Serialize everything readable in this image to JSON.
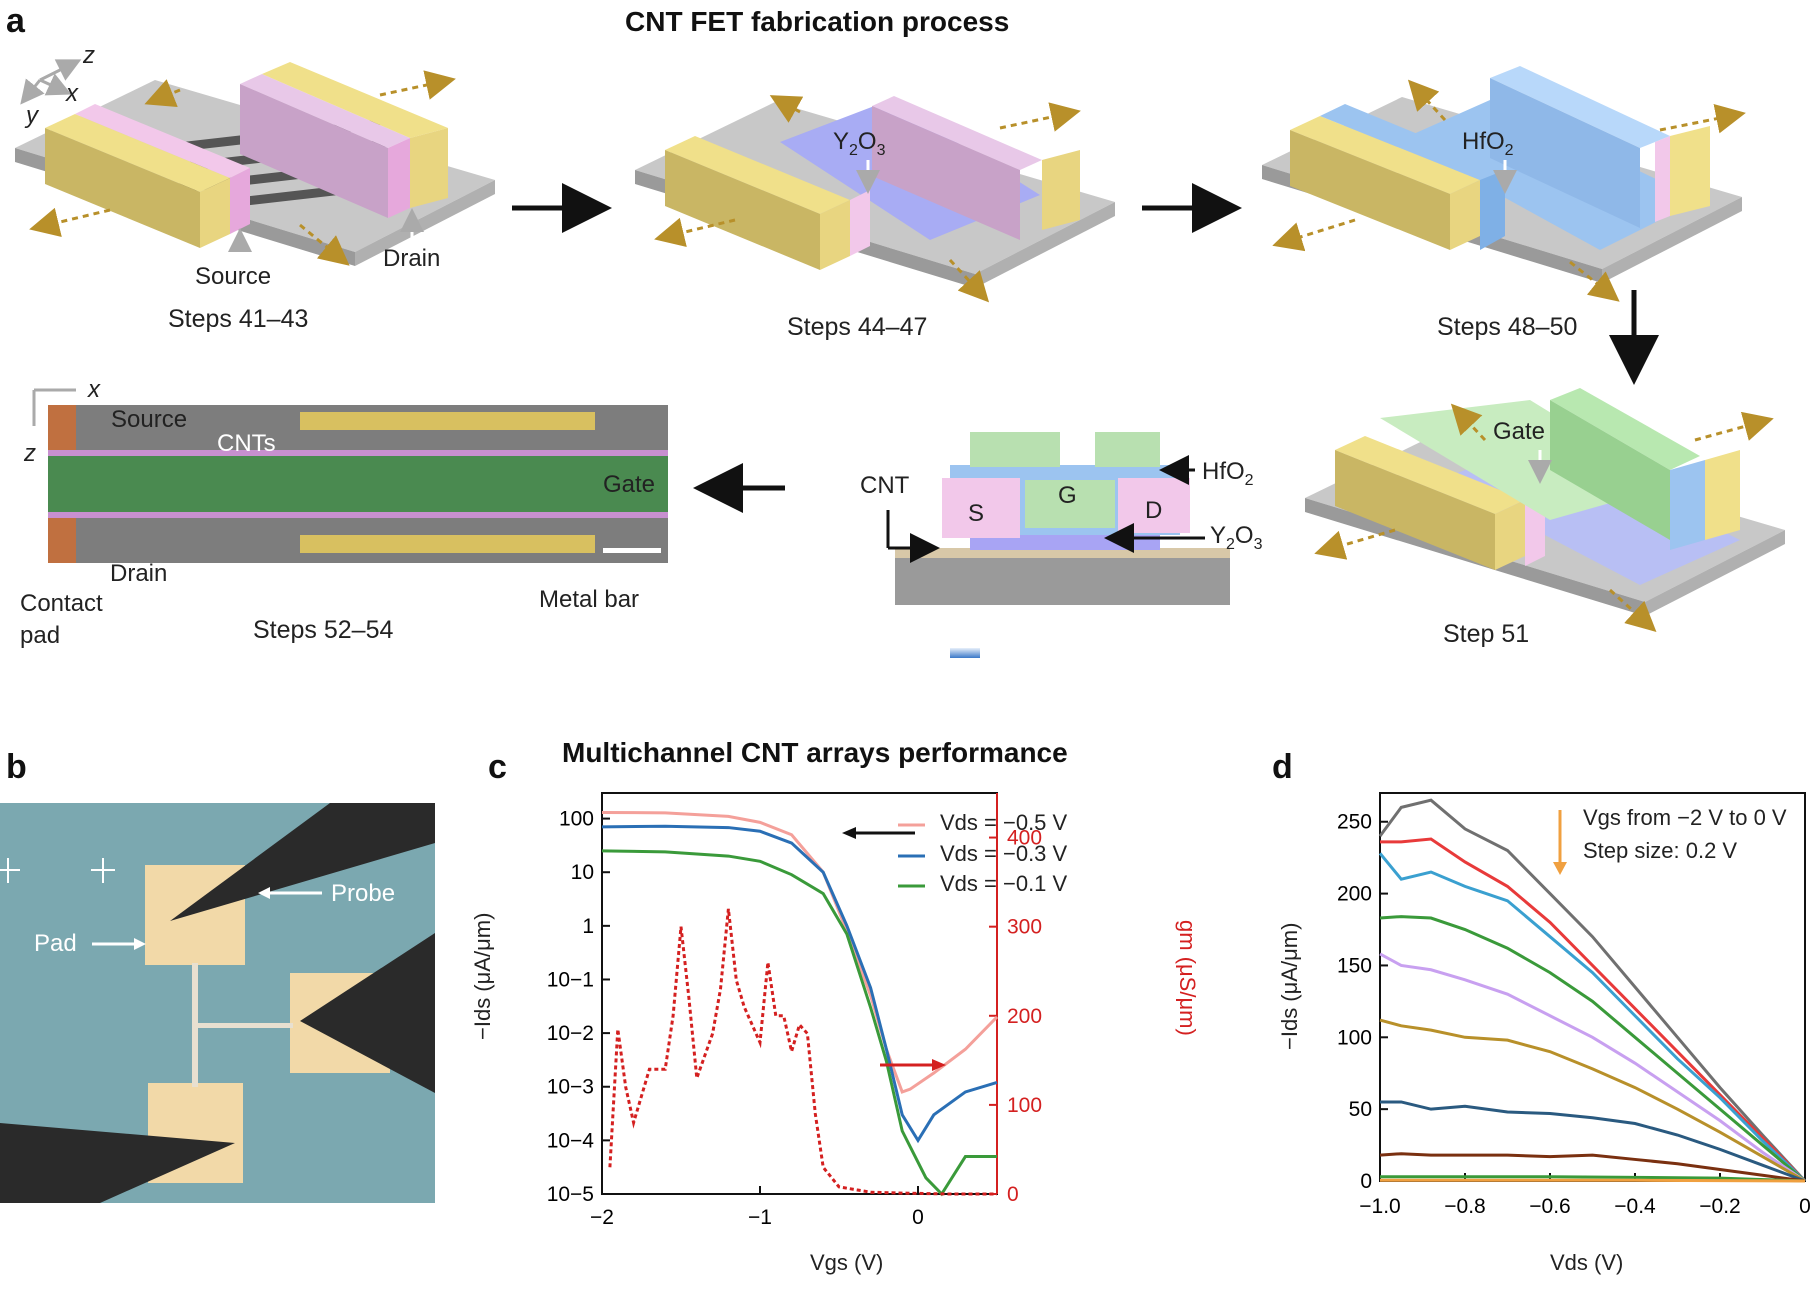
{
  "panel_a": {
    "letter": "a",
    "title": "CNT FET fabrication process",
    "axes_top": {
      "z": "z",
      "x": "x",
      "y": "y"
    },
    "axes_sem": {
      "x": "x",
      "z": "z"
    },
    "step1": {
      "steps": "Steps 41–43",
      "source": "Source",
      "drain": "Drain"
    },
    "step2": {
      "steps": "Steps 44–47",
      "label": "Y2O3"
    },
    "step3": {
      "steps": "Steps 48–50",
      "label": "HfO2"
    },
    "step4": {
      "steps": "Step 51",
      "label": "Gate"
    },
    "cross_section": {
      "cnt": "CNT",
      "s": "S",
      "g": "G",
      "d": "D",
      "hfo2": "HfO2",
      "y2o3": "Y2O3"
    },
    "sem": {
      "source": "Source",
      "cnts": "CNTs",
      "gate": "Gate",
      "drain": "Drain",
      "contact_pad_1": "Contact",
      "contact_pad_2": "pad",
      "metal_bar": "Metal bar",
      "steps": "Steps 52–54"
    }
  },
  "panel_b": {
    "letter": "b",
    "probe": "Probe",
    "pad": "Pad"
  },
  "panel_c": {
    "letter": "c",
    "title": "Multichannel CNT arrays performance",
    "xlabel": "Vgs (V)",
    "ylabel_left": "−Ids (μA/μm)",
    "ylabel_right": "gm (μS/μm)",
    "xticks": [
      "−2",
      "−1",
      "0"
    ],
    "yticks_left": [
      "100",
      "10",
      "1",
      "10−1",
      "10−2",
      "10−3",
      "10−4",
      "10−5"
    ],
    "yticks_right": [
      "400",
      "300",
      "200",
      "100",
      "0"
    ],
    "legend": [
      "Vds = −0.5 V",
      "Vds = −0.3 V",
      "Vds = −0.1 V"
    ],
    "colors": {
      "s05": "#f4a09a",
      "s03": "#2a6fb5",
      "s01": "#3a9a3a",
      "gm": "#d42020"
    }
  },
  "panel_d": {
    "letter": "d",
    "xlabel": "Vds (V)",
    "ylabel": "−Ids (μA/μm)",
    "xticks": [
      "−1.0",
      "−0.8",
      "−0.6",
      "−0.4",
      "−0.2",
      "0"
    ],
    "yticks": [
      "250",
      "200",
      "150",
      "100",
      "50",
      "0"
    ],
    "annot_line1": "Vgs from −2 V to 0 V",
    "annot_line2": "Step size:  0.2 V"
  },
  "chart_data": [
    {
      "type": "line",
      "panel": "c",
      "xlim": [
        -2,
        0.5
      ],
      "left_axis": {
        "scale": "log",
        "ylim": [
          1e-05,
          300
        ]
      },
      "right_axis": {
        "scale": "linear",
        "ylim": [
          0,
          450
        ]
      },
      "series": [
        {
          "name": "Vds = −0.5 V",
          "axis": "left",
          "x": [
            -2,
            -1.6,
            -1.2,
            -1.0,
            -0.8,
            -0.6,
            -0.45,
            -0.3,
            -0.2,
            -0.1,
            -0.05,
            0.1,
            0.3,
            0.5
          ],
          "y": [
            130,
            128,
            110,
            85,
            50,
            10,
            0.8,
            0.05,
            0.005,
            0.0008,
            0.0009,
            0.0018,
            0.005,
            0.02
          ]
        },
        {
          "name": "Vds = −0.3 V",
          "axis": "left",
          "x": [
            -2,
            -1.6,
            -1.2,
            -1.0,
            -0.8,
            -0.6,
            -0.45,
            -0.3,
            -0.2,
            -0.1,
            0,
            0.1,
            0.3,
            0.5
          ],
          "y": [
            70,
            72,
            68,
            58,
            35,
            10,
            1.0,
            0.07,
            0.005,
            0.0003,
            0.0001,
            0.0003,
            0.0008,
            0.0012
          ]
        },
        {
          "name": "Vds = −0.1 V",
          "axis": "left",
          "x": [
            -2,
            -1.6,
            -1.2,
            -1.0,
            -0.8,
            -0.6,
            -0.45,
            -0.3,
            -0.2,
            -0.1,
            0.05,
            0.15,
            0.3,
            0.5
          ],
          "y": [
            25,
            24,
            20,
            16,
            9,
            4,
            0.7,
            0.03,
            0.003,
            0.00015,
            2e-05,
            1e-05,
            5e-05,
            5e-05
          ]
        },
        {
          "name": "gm",
          "axis": "right",
          "x": [
            -1.95,
            -1.9,
            -1.85,
            -1.8,
            -1.7,
            -1.6,
            -1.55,
            -1.5,
            -1.45,
            -1.4,
            -1.3,
            -1.25,
            -1.2,
            -1.15,
            -1.1,
            -1.0,
            -0.95,
            -0.9,
            -0.85,
            -0.8,
            -0.75,
            -0.7,
            -0.65,
            -0.6,
            -0.5,
            -0.3,
            -0.1,
            0.2,
            0.5
          ],
          "y": [
            30,
            185,
            120,
            80,
            140,
            140,
            200,
            300,
            220,
            130,
            180,
            230,
            320,
            240,
            210,
            170,
            260,
            200,
            200,
            160,
            190,
            180,
            90,
            30,
            8,
            2,
            1,
            0,
            0
          ]
        }
      ]
    },
    {
      "type": "line",
      "panel": "d",
      "xlim": [
        -1.0,
        0
      ],
      "ylim": [
        0,
        270
      ],
      "series": [
        {
          "x": [
            -1.0,
            -0.95,
            -0.88,
            -0.8,
            -0.7,
            -0.6,
            -0.5,
            -0.4,
            -0.3,
            -0.2,
            -0.1,
            0
          ],
          "y": [
            240,
            260,
            265,
            245,
            230,
            200,
            170,
            135,
            100,
            65,
            32,
            0
          ],
          "color": "#707070"
        },
        {
          "x": [
            -1.0,
            -0.95,
            -0.88,
            -0.8,
            -0.7,
            -0.6,
            -0.5,
            -0.4,
            -0.3,
            -0.2,
            -0.1,
            0
          ],
          "y": [
            236,
            236,
            238,
            222,
            205,
            180,
            150,
            120,
            90,
            60,
            30,
            0
          ],
          "color": "#e83a3a"
        },
        {
          "x": [
            -1.0,
            -0.95,
            -0.88,
            -0.8,
            -0.7,
            -0.6,
            -0.5,
            -0.4,
            -0.3,
            -0.2,
            -0.1,
            0
          ],
          "y": [
            228,
            210,
            215,
            205,
            195,
            170,
            145,
            115,
            85,
            58,
            28,
            0
          ],
          "color": "#3aa0d0"
        },
        {
          "x": [
            -1.0,
            -0.95,
            -0.88,
            -0.8,
            -0.7,
            -0.6,
            -0.5,
            -0.4,
            -0.3,
            -0.2,
            -0.1,
            0
          ],
          "y": [
            183,
            184,
            183,
            175,
            162,
            145,
            125,
            100,
            75,
            50,
            25,
            0
          ],
          "color": "#3a9a3a"
        },
        {
          "x": [
            -1.0,
            -0.95,
            -0.88,
            -0.8,
            -0.7,
            -0.6,
            -0.5,
            -0.4,
            -0.3,
            -0.2,
            -0.1,
            0
          ],
          "y": [
            158,
            150,
            147,
            140,
            130,
            115,
            100,
            82,
            62,
            42,
            20,
            0
          ],
          "color": "#c8a0f0"
        },
        {
          "x": [
            -1.0,
            -0.95,
            -0.88,
            -0.8,
            -0.7,
            -0.6,
            -0.5,
            -0.4,
            -0.3,
            -0.2,
            -0.1,
            0
          ],
          "y": [
            112,
            108,
            105,
            100,
            98,
            90,
            78,
            65,
            50,
            34,
            17,
            0
          ],
          "color": "#b8902a"
        },
        {
          "x": [
            -1.0,
            -0.95,
            -0.88,
            -0.8,
            -0.7,
            -0.6,
            -0.5,
            -0.4,
            -0.3,
            -0.2,
            -0.1,
            0
          ],
          "y": [
            55,
            55,
            50,
            52,
            48,
            47,
            44,
            40,
            32,
            22,
            11,
            0
          ],
          "color": "#2a5a80"
        },
        {
          "x": [
            -1.0,
            -0.95,
            -0.88,
            -0.8,
            -0.7,
            -0.6,
            -0.5,
            -0.4,
            -0.3,
            -0.2,
            -0.1,
            0
          ],
          "y": [
            18,
            19,
            18,
            18,
            18,
            17,
            18,
            15,
            12,
            8,
            4,
            0
          ],
          "color": "#7a3010"
        },
        {
          "x": [
            -1.0,
            -0.8,
            -0.6,
            -0.4,
            -0.2,
            0
          ],
          "y": [
            3,
            3,
            3,
            2.5,
            2,
            0
          ],
          "color": "#3a9a3a"
        },
        {
          "x": [
            -1.0,
            -0.8,
            -0.6,
            -0.4,
            -0.2,
            0
          ],
          "y": [
            0.5,
            0.5,
            0.5,
            0.5,
            0.3,
            0
          ],
          "color": "#f0a040"
        }
      ]
    }
  ]
}
